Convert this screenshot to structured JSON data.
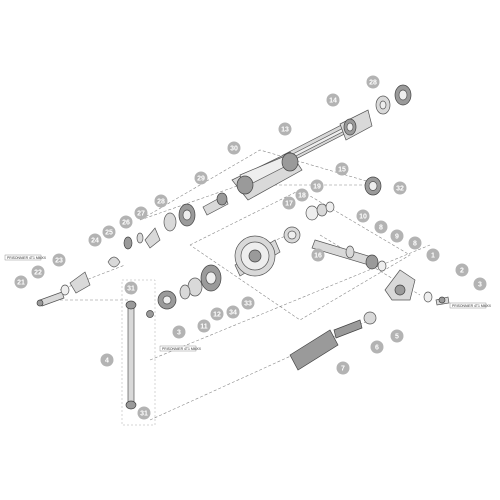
{
  "diagram": {
    "badge_color": "#b3b3b3",
    "callouts": [
      {
        "id": "n1",
        "label": "1"
      },
      {
        "id": "n2",
        "label": "2"
      },
      {
        "id": "n3a",
        "label": "3"
      },
      {
        "id": "n3b",
        "label": "3"
      },
      {
        "id": "n4",
        "label": "4"
      },
      {
        "id": "n5",
        "label": "5"
      },
      {
        "id": "n6",
        "label": "6"
      },
      {
        "id": "n7",
        "label": "7"
      },
      {
        "id": "n8a",
        "label": "8"
      },
      {
        "id": "n8b",
        "label": "8"
      },
      {
        "id": "n9",
        "label": "9"
      },
      {
        "id": "n10",
        "label": "10"
      },
      {
        "id": "n11",
        "label": "11"
      },
      {
        "id": "n12",
        "label": "12"
      },
      {
        "id": "n13",
        "label": "13"
      },
      {
        "id": "n14",
        "label": "14"
      },
      {
        "id": "n15",
        "label": "15"
      },
      {
        "id": "n16",
        "label": "16"
      },
      {
        "id": "n17",
        "label": "17"
      },
      {
        "id": "n18",
        "label": "18"
      },
      {
        "id": "n19",
        "label": "19"
      },
      {
        "id": "n21",
        "label": "21"
      },
      {
        "id": "n22",
        "label": "22"
      },
      {
        "id": "n23",
        "label": "23"
      },
      {
        "id": "n24",
        "label": "24"
      },
      {
        "id": "n25",
        "label": "25"
      },
      {
        "id": "n26",
        "label": "26"
      },
      {
        "id": "n27",
        "label": "27"
      },
      {
        "id": "n28a",
        "label": "28"
      },
      {
        "id": "n28b",
        "label": "28"
      },
      {
        "id": "n29",
        "label": "29"
      },
      {
        "id": "n30",
        "label": "30"
      },
      {
        "id": "n31a",
        "label": "31"
      },
      {
        "id": "n31b",
        "label": "31"
      },
      {
        "id": "n32",
        "label": "32"
      },
      {
        "id": "n33",
        "label": "33"
      },
      {
        "id": "n34",
        "label": "34"
      }
    ],
    "reference_labels": [
      {
        "id": "ref1",
        "text": "PRISONNIER 4T1 MMXX"
      },
      {
        "id": "ref2",
        "text": "PRISONNIER 4T1 MMXX"
      },
      {
        "id": "ref3",
        "text": "PRISONNIER 4T1 MMXX"
      }
    ]
  }
}
